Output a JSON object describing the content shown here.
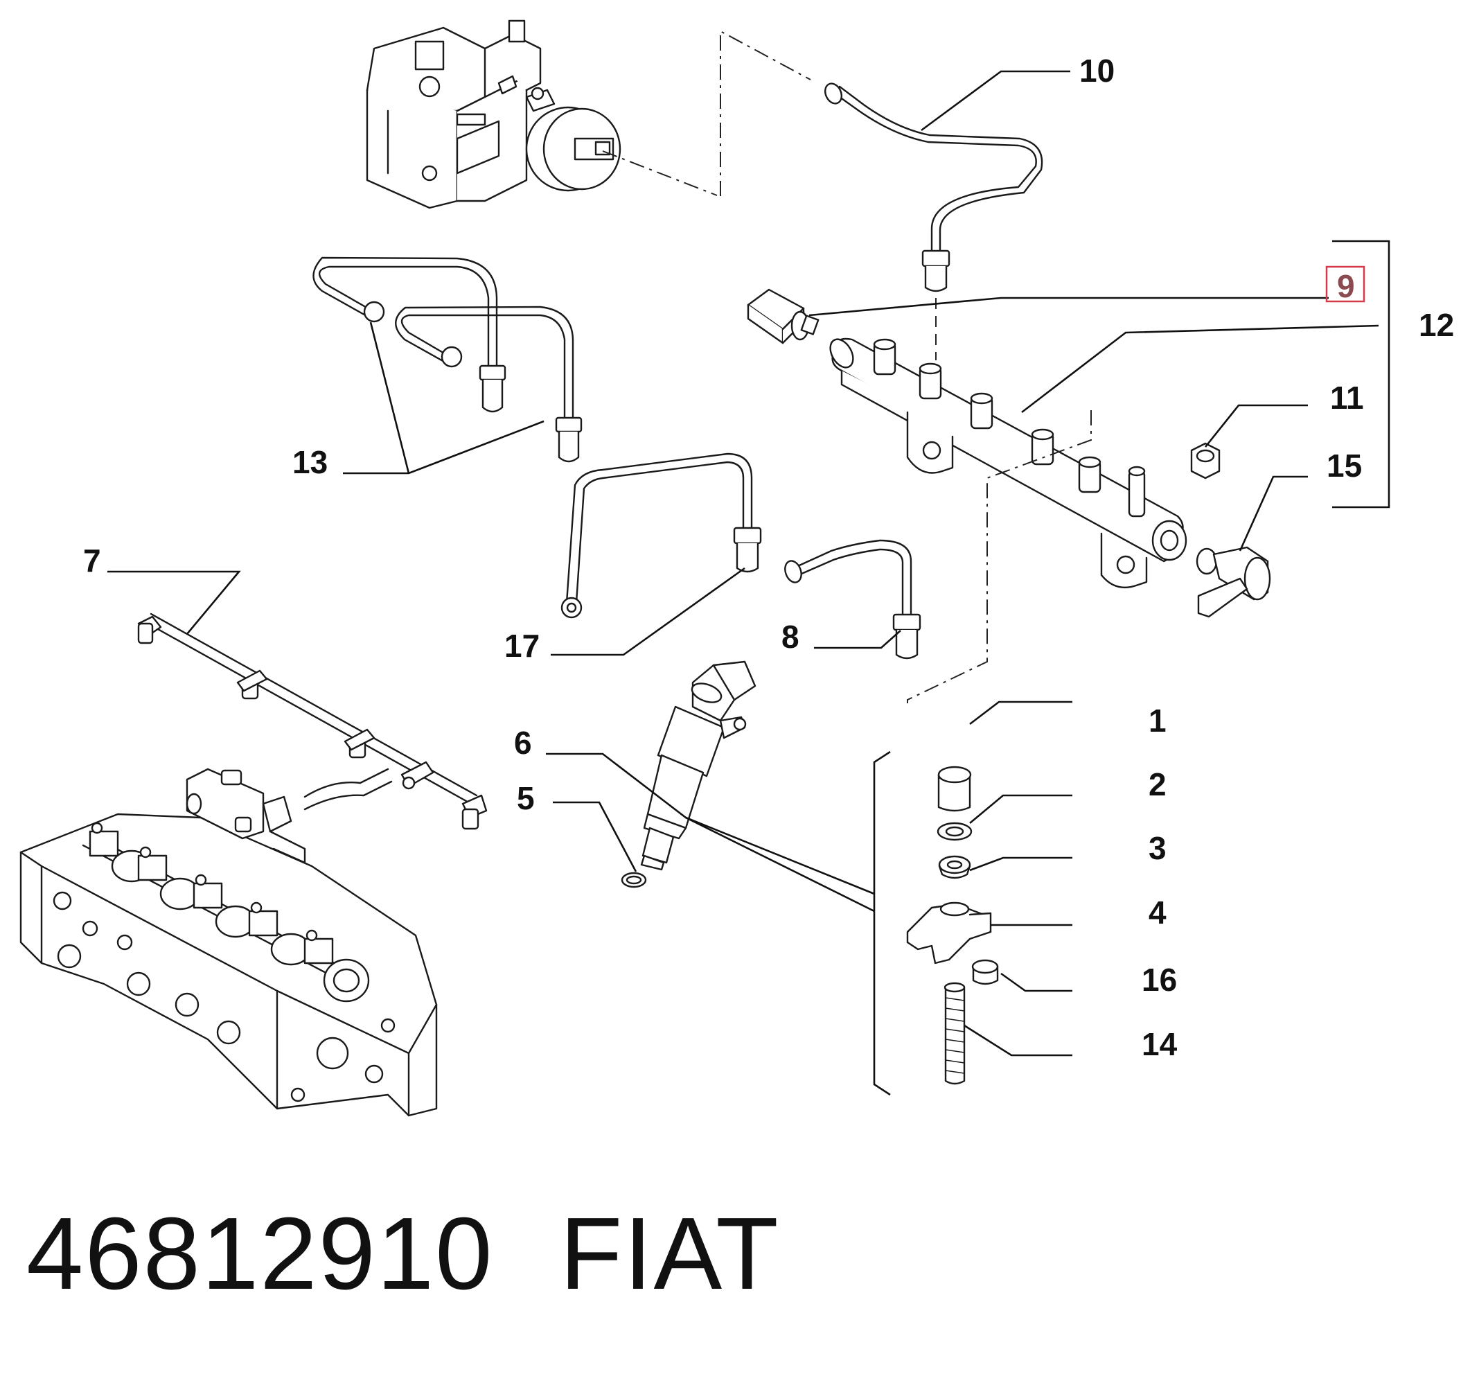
{
  "callouts": {
    "c1": "1",
    "c2": "2",
    "c3": "3",
    "c4": "4",
    "c5": "5",
    "c6": "6",
    "c7": "7",
    "c8": "8",
    "c9": "9",
    "c10": "10",
    "c11": "11",
    "c12": "12",
    "c13": "13",
    "c14": "14",
    "c15": "15",
    "c16": "16",
    "c17": "17"
  },
  "highlighted_callout": "9",
  "highlight_color": "#d63a4a",
  "caption": {
    "part_number": "46812910",
    "brand": "FIAT"
  }
}
